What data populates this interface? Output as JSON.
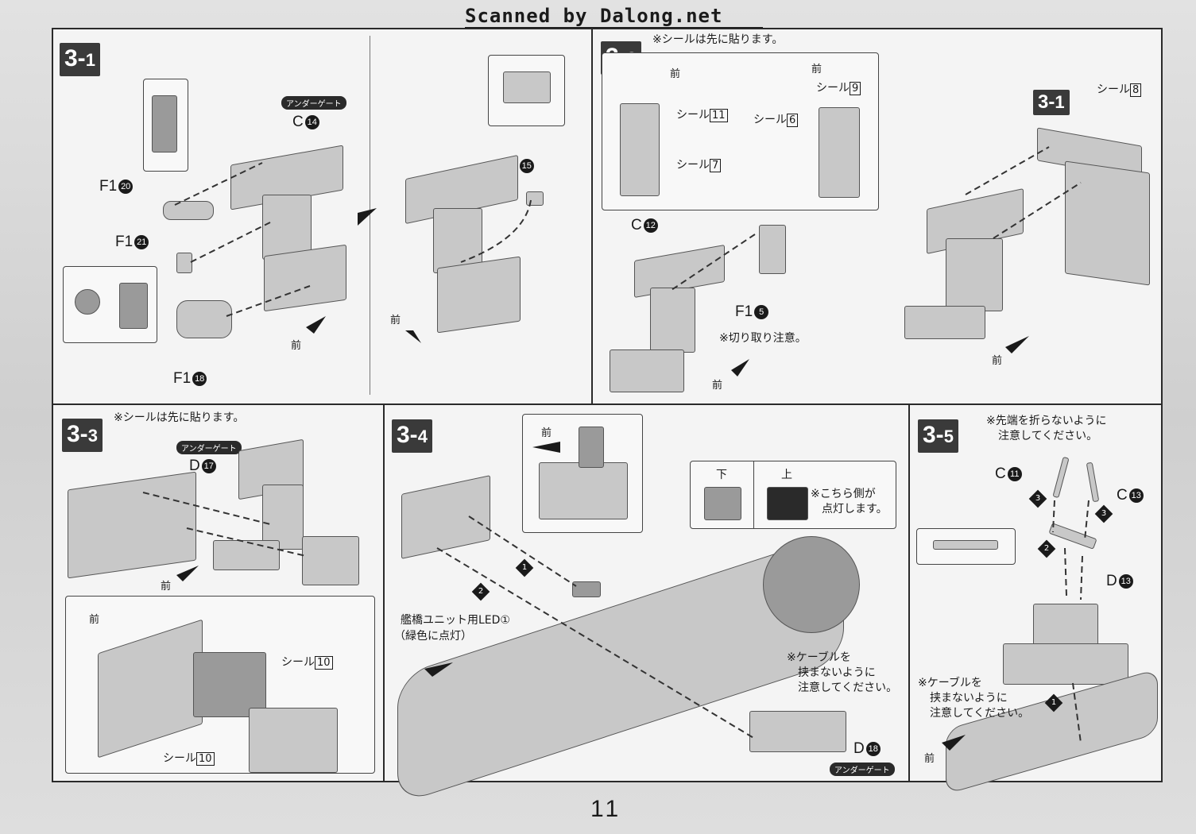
{
  "header": {
    "watermark": "Scanned by Dalong.net"
  },
  "page_number": "11",
  "mae": "前",
  "gate_label": "アンダーゲート",
  "panels": {
    "p31": {
      "step": "3-",
      "step_sub": "1",
      "parts": {
        "c": "C",
        "c_num": "14",
        "f1a": "F1",
        "f1a_num": "20",
        "f1b": "F1",
        "f1b_num": "21",
        "f1c": "F1",
        "f1c_num": "18",
        "c2": "C",
        "c2_num": "15"
      }
    },
    "p32": {
      "step": "3-",
      "step_sub": "2",
      "note": "※シールは先に貼ります。",
      "seal": "シール",
      "seal_11": "11",
      "seal_7": "7",
      "seal_6": "6",
      "seal_9": "9",
      "seal_8": "8",
      "ref_step": "3-",
      "ref_step_sub": "1",
      "c": "C",
      "c_num": "12",
      "f1": "F1",
      "f1_num": "5",
      "cut_note": "※切り取り注意。"
    },
    "p33": {
      "step": "3-",
      "step_sub": "3",
      "note": "※シールは先に貼ります。",
      "d": "D",
      "d_num": "17",
      "seal": "シール",
      "seal_10a": "10",
      "seal_10b": "10"
    },
    "p34": {
      "step": "3-",
      "step_sub": "4",
      "down": "下",
      "up": "上",
      "lit_note_1": "※こちら側が",
      "lit_note_2": "点灯します。",
      "led_1": "艦橋ユニット用LED①",
      "led_2": "（緑色に点灯）",
      "cable_1": "※ケーブルを",
      "cable_2": "挟まないように",
      "cable_3": "注意してください。",
      "d": "D",
      "d_num": "18",
      "step1": "1",
      "step2": "2"
    },
    "p35": {
      "step": "3-",
      "step_sub": "5",
      "tip_1": "※先端を折らないように",
      "tip_2": "注意してください。",
      "c11": "C",
      "c11_num": "11",
      "c13": "C",
      "c13_num": "13",
      "d": "D",
      "d_num": "13",
      "cable_1": "※ケーブルを",
      "cable_2": "挟まないように",
      "cable_3": "注意してください。",
      "s1": "1",
      "s2": "2",
      "s3a": "3",
      "s3b": "3"
    }
  }
}
